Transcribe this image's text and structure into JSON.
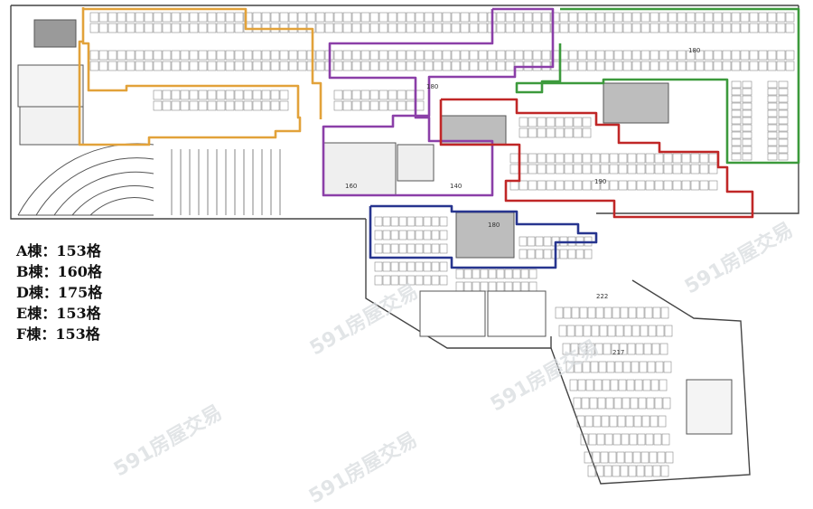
{
  "legend": [
    {
      "label": "A棟：153格"
    },
    {
      "label": "B棟：160格"
    },
    {
      "label": "D棟：175格"
    },
    {
      "label": "E棟：153格"
    },
    {
      "label": "F棟：153格"
    }
  ],
  "watermark": "591房屋交易",
  "zone_colors": {
    "orange": "#e2a23a",
    "purple": "#8b3fa8",
    "green": "#3c9a3c",
    "red": "#c02727",
    "blue": "#27358f"
  },
  "plan_labels": {
    "dims_180": "180",
    "dims_160": "160",
    "dims_140": "140",
    "dims_190": "190",
    "dims_222": "222",
    "dims_217": "217"
  }
}
